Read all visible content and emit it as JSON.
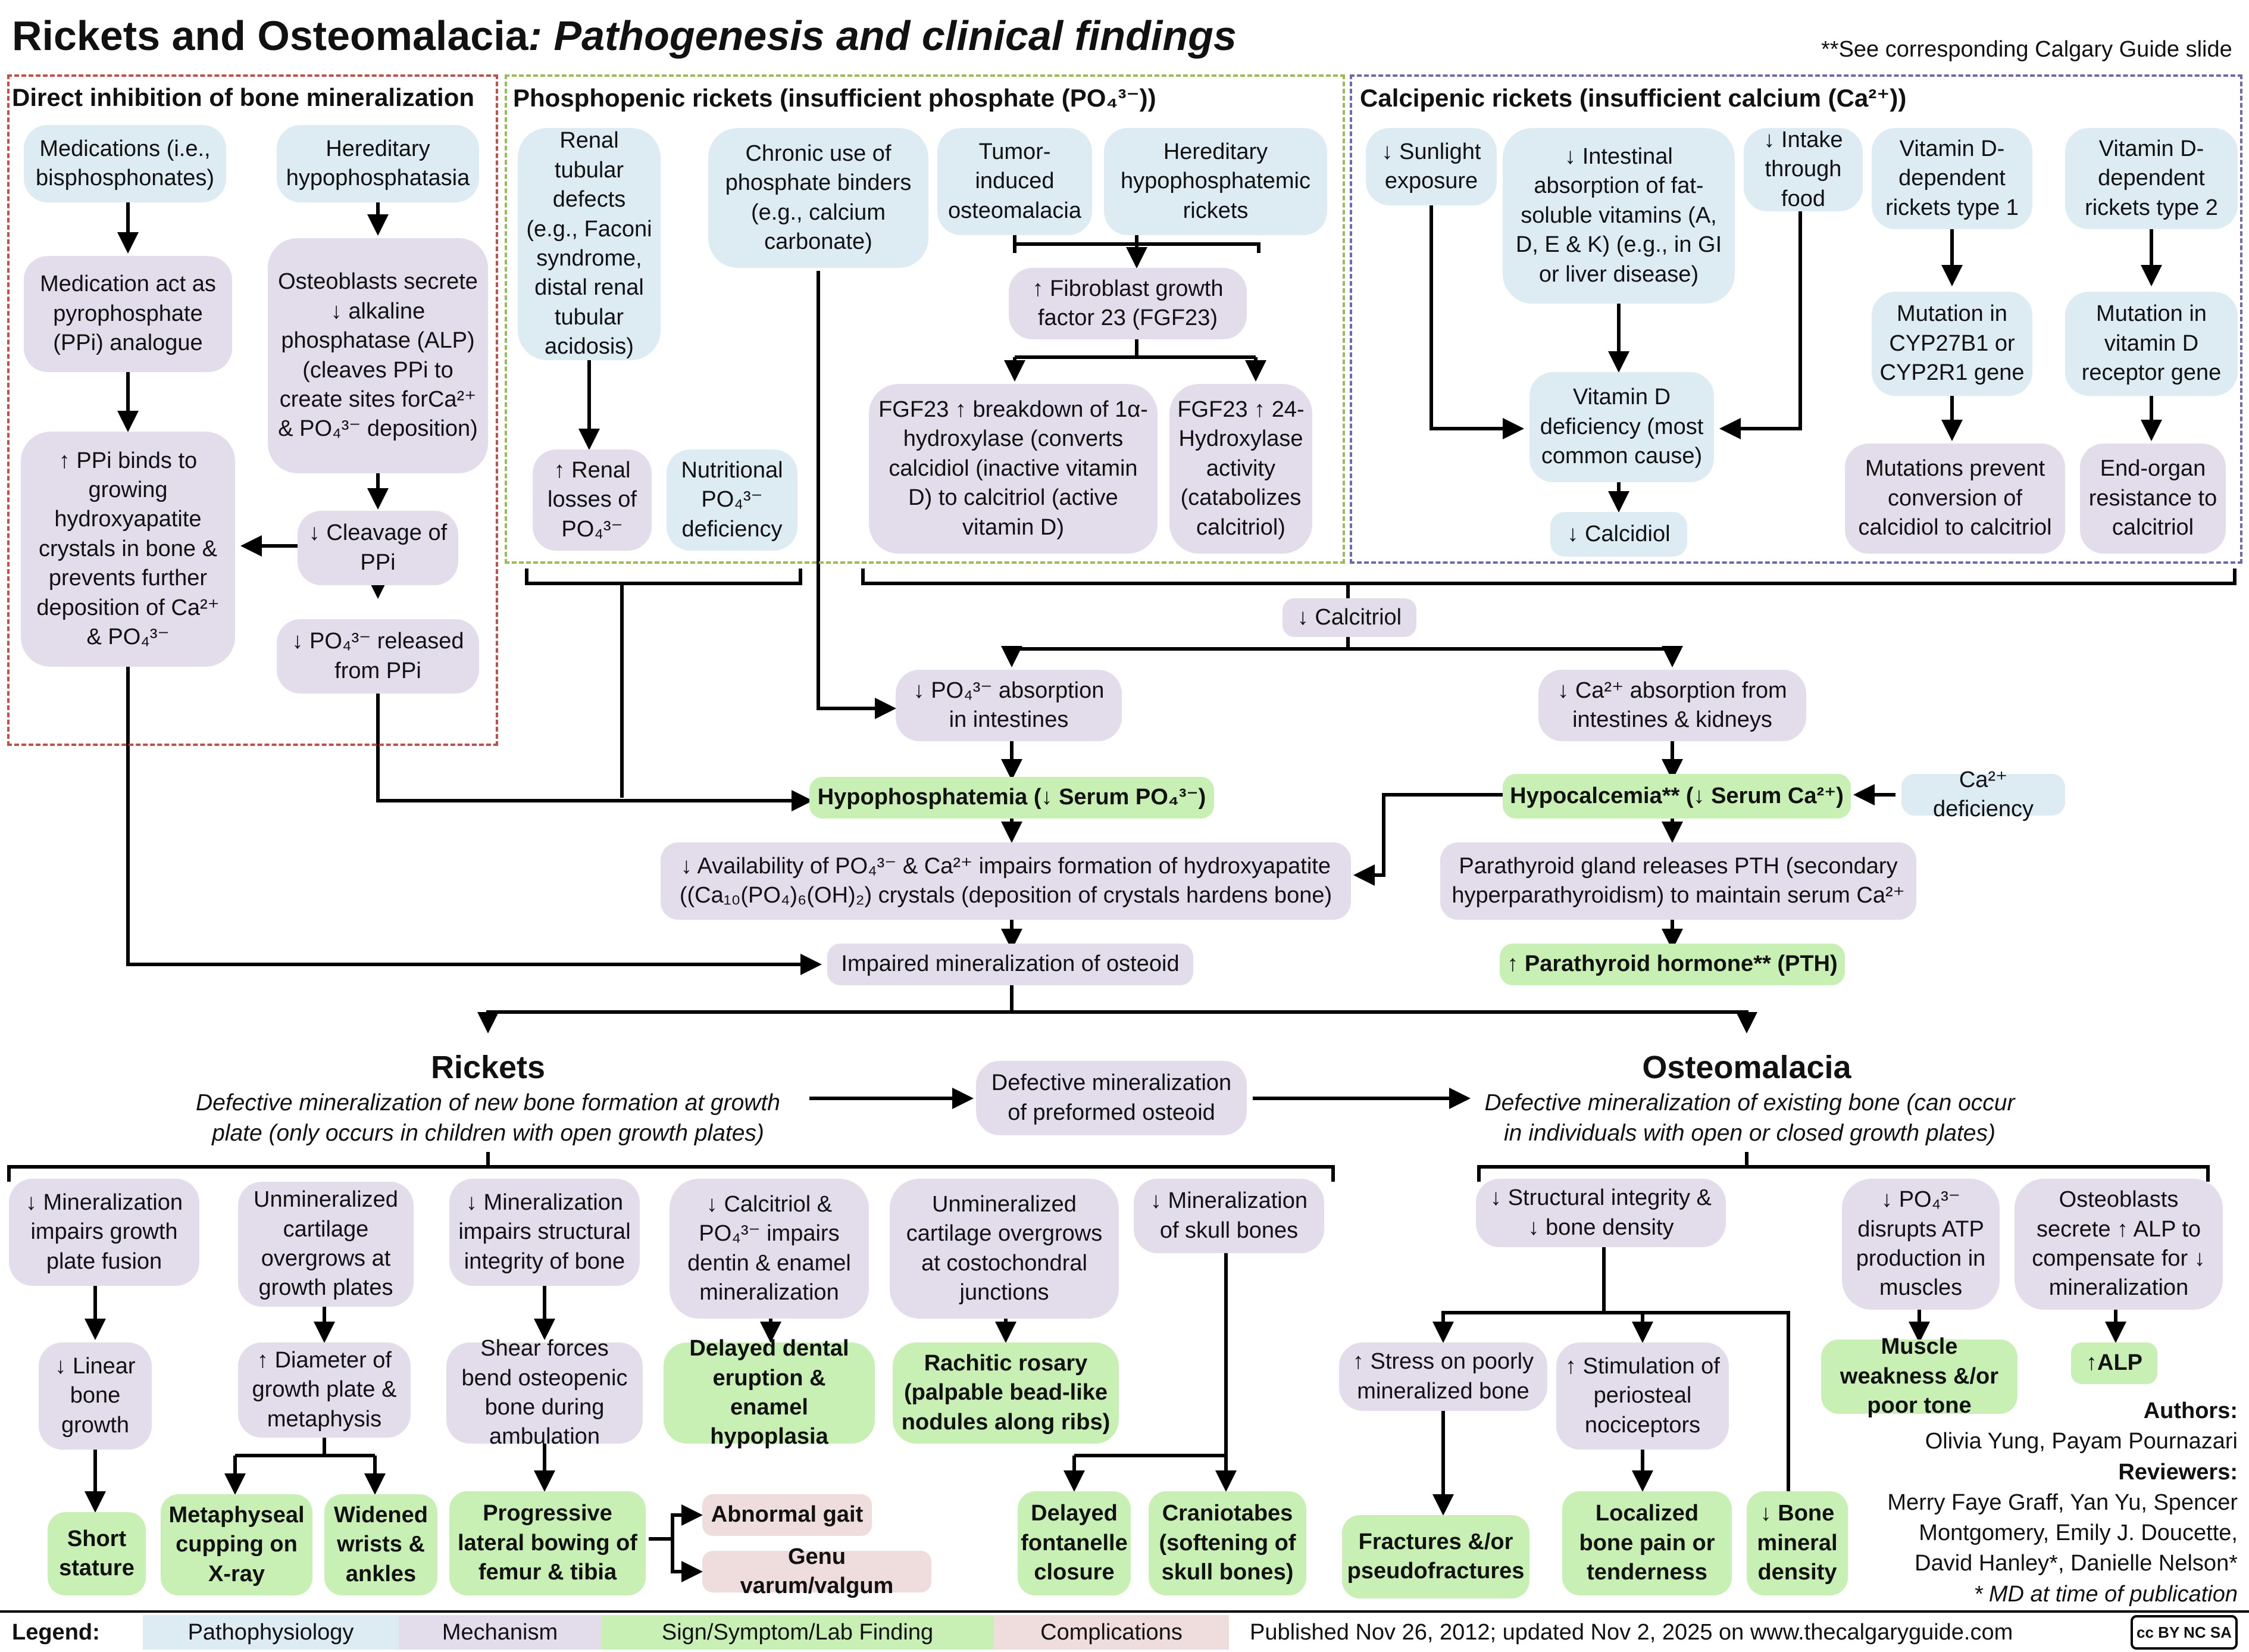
{
  "title": {
    "main": "Rickets and Osteomalacia",
    "sub": ": Pathogenesis and clinical findings",
    "note": "**See corresponding Calgary Guide slide"
  },
  "sections": {
    "direct": "Direct inhibition of bone mineralization",
    "phospho": "Phosphopenic rickets (insufficient phosphate (PO₄³⁻))",
    "calci": "Calcipenic rickets (insufficient calcium (Ca²⁺))"
  },
  "direct": {
    "meds": "Medications (i.e., bisphosphonates)",
    "hered": "Hereditary hypophosphatasia",
    "ppi": "Medication act as pyrophosphate (PPi) analogue",
    "osteo": "Osteoblasts secrete ↓ alkaline phosphatase (ALP) (cleaves PPi to create sites forCa²⁺ & PO₄³⁻ deposition)",
    "binds": "↑ PPi binds to growing hydroxyapatite crystals in bone & prevents further deposition of Ca²⁺ & PO₄³⁻",
    "cleavage": "↓ Cleavage of PPi",
    "released": "↓ PO₄³⁻ released from PPi"
  },
  "phospho": {
    "renal": "Renal tubular defects (e.g., Faconi syndrome, distal renal tubular acidosis)",
    "binders": "Chronic use of phosphate binders (e.g., calcium carbonate)",
    "tumor": "Tumor-induced osteomalacia",
    "hhr": "Hereditary hypophosphatemic rickets",
    "fgf": "↑ Fibroblast growth factor 23 (FGF23)",
    "fgf_a": "FGF23 ↑ breakdown of 1α-hydroxylase (converts calcidiol (inactive vitamin D) to calcitriol (active vitamin D)",
    "fgf_b": "FGF23 ↑ 24-Hydroxylase activity (catabolizes calcitriol)",
    "losses": "↑ Renal losses of PO₄³⁻",
    "nutri": "Nutritional PO₄³⁻ deficiency"
  },
  "calci": {
    "sun": "↓ Sunlight exposure",
    "intest": "↓ Intestinal absorption of fat-soluble vitamins (A, D, E & K) (e.g., in GI or liver disease)",
    "intake": "↓ Intake through food",
    "vdd1": "Vitamin D-dependent rickets type 1",
    "vdd2": "Vitamin D-dependent rickets type 2",
    "mut1": "Mutation in CYP27B1 or CYP2R1 gene",
    "mut2": "Mutation in vitamin D receptor gene",
    "vitd": "Vitamin D deficiency (most common cause)",
    "calcidiol": "↓ Calcidiol",
    "prevent": "Mutations prevent conversion of calcidiol to calcitriol",
    "endorgan": "End-organ resistance to calcitriol"
  },
  "middle": {
    "calcitriol": "↓ Calcitriol",
    "po4abs": "↓ PO₄³⁻ absorption in intestines",
    "caabs": "↓ Ca²⁺ absorption from intestines & kidneys",
    "hypophos": "Hypophosphatemia (↓ Serum PO₄³⁻)",
    "hypocal": "Hypocalcemia** (↓ Serum Ca²⁺)",
    "cadef": "Ca²⁺ deficiency",
    "avail": "↓ Availability of PO₄³⁻ & Ca²⁺ impairs formation of hydroxyapatite ((Ca₁₀(PO₄)₆(OH)₂) crystals (deposition of crystals hardens bone)",
    "pthgland": "Parathyroid gland releases PTH (secondary hyperparathyroidism) to maintain serum Ca²⁺",
    "impaired": "Impaired mineralization of osteoid",
    "pth": "↑ Parathyroid hormone** (PTH)"
  },
  "rickets": {
    "heading": "Rickets",
    "desc": "Defective mineralization of new bone formation at growth plate (only occurs in children with open growth plates)",
    "defective": "Defective mineralization of preformed osteoid",
    "m1": "↓ Mineralization impairs growth plate fusion",
    "m2": "Unmineralized cartilage overgrows at growth plates",
    "m3": "↓ Mineralization impairs structural integrity of bone",
    "m4": "↓ Calcitriol & PO₄³⁻ impairs dentin & enamel mineralization",
    "m5": "Unmineralized cartilage overgrows at costochondral junctions",
    "m6": "↓ Mineralization of skull bones",
    "linear": "↓ Linear bone growth",
    "diam": "↑ Diameter of growth plate & metaphysis",
    "shear": "Shear forces bend osteopenic bone during ambulation",
    "dental": "Delayed dental eruption & enamel hypoplasia",
    "rosary": "Rachitic rosary (palpable bead-like nodules along ribs)",
    "short": "Short stature",
    "cupping": "Metaphyseal cupping on X-ray",
    "widened": "Widened wrists & ankles",
    "bowing": "Progressive lateral bowing of femur & tibia",
    "gait": "Abnormal gait",
    "genu": "Genu varum/valgum",
    "fontanelle": "Delayed fontanelle closure",
    "cranio": "Craniotabes (softening of skull bones)"
  },
  "osteomalacia": {
    "heading": "Osteomalacia",
    "desc": "Defective mineralization of existing bone (can occur in individuals with open or closed growth plates)",
    "struct": "↓ Structural integrity & ↓ bone density",
    "atp": "↓ PO₄³⁻ disrupts ATP production in muscles",
    "alpsec": "Osteoblasts secrete ↑ ALP to compensate for ↓ mineralization",
    "stress": "↑ Stress on poorly mineralized bone",
    "stim": "↑ Stimulation of periosteal nociceptors",
    "weak": "Muscle weakness &/or poor tone",
    "alp": "↑ALP",
    "fract": "Fractures &/or pseudofractures",
    "pain": "Localized bone pain or tenderness",
    "bmd": "↓ Bone mineral density"
  },
  "credits": {
    "authors_label": "Authors:",
    "authors": "Olivia Yung, Payam Pournazari",
    "reviewers_label": "Reviewers:",
    "reviewers": "Merry Faye Graff, Yan Yu, Spencer Montgomery, Emily J. Doucette, David Hanley*, Danielle Nelson*",
    "md_note": "* MD at time of publication"
  },
  "legend": {
    "label": "Legend:",
    "patho": "Pathophysiology",
    "mech": "Mechanism",
    "sign": "Sign/Symptom/Lab Finding",
    "comp": "Complications",
    "published": "Published Nov 26, 2012; updated Nov 2, 2025 on www.thecalgaryguide.com",
    "cc": "cc BY NC SA"
  },
  "colors": {
    "patho": "#ddebf3",
    "mech": "#e3dceb",
    "sign": "#c8f0b4",
    "comp": "#efdcdc",
    "direct_border": "#c0504d",
    "phospho_border": "#9bbb59",
    "calci_border": "#6b6ba8"
  }
}
